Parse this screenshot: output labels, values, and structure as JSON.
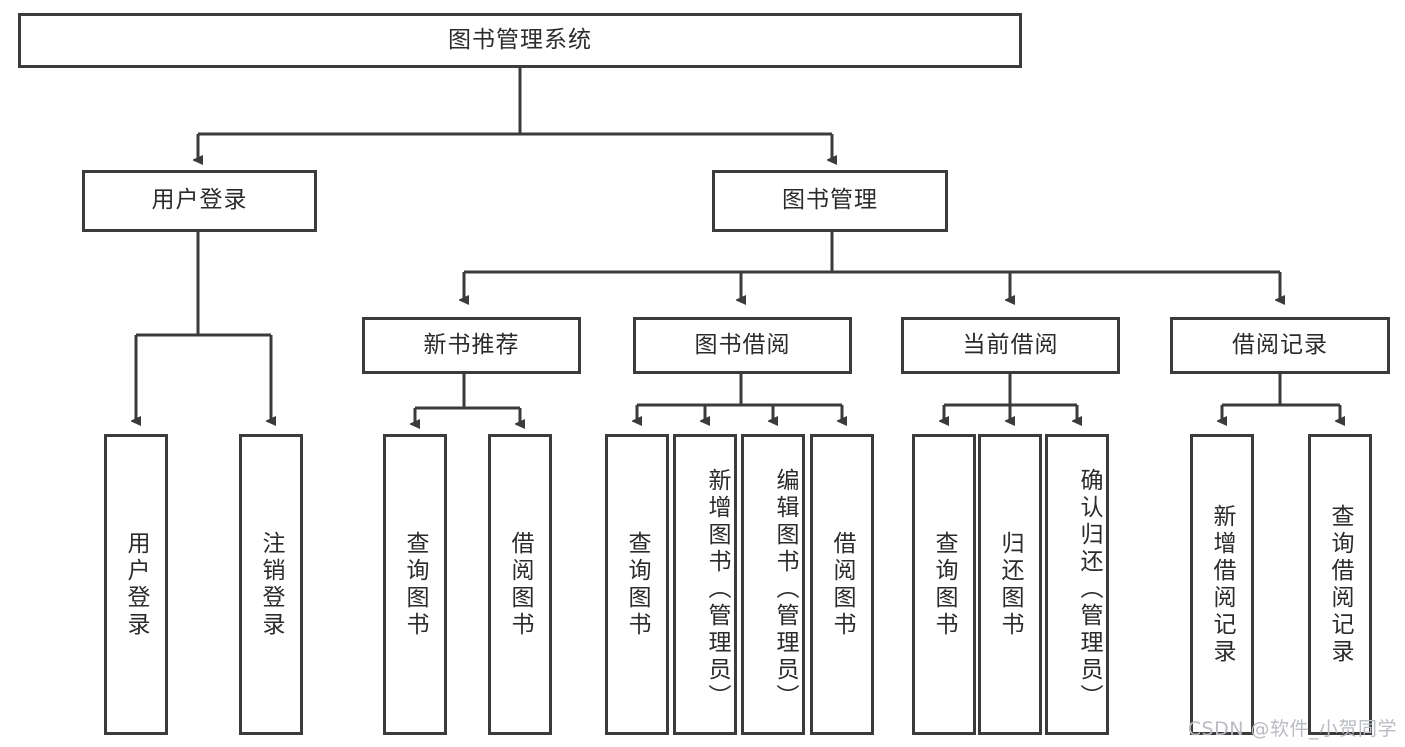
{
  "diagram": {
    "title": "图书管理系统",
    "type": "tree",
    "root": {
      "label": "图书管理系统"
    },
    "level2": [
      {
        "label": "用户登录"
      },
      {
        "label": "图书管理"
      }
    ],
    "level3": [
      {
        "label": "新书推荐"
      },
      {
        "label": "图书借阅"
      },
      {
        "label": "当前借阅"
      },
      {
        "label": "借阅记录"
      }
    ],
    "leaves": {
      "user_login": [
        {
          "label": "用户登录"
        },
        {
          "label": "注销登录"
        }
      ],
      "new_book_recommend": [
        {
          "label": "查询图书"
        },
        {
          "label": "借阅图书"
        }
      ],
      "book_borrow": [
        {
          "label": "查询图书"
        },
        {
          "label": "新增图书（管理员）"
        },
        {
          "label": "编辑图书（管理员）"
        },
        {
          "label": "借阅图书"
        }
      ],
      "current_borrow": [
        {
          "label": "查询图书"
        },
        {
          "label": "归还图书"
        },
        {
          "label": "确认归还（管理员）"
        }
      ],
      "borrow_record": [
        {
          "label": "新增借阅记录"
        },
        {
          "label": "查询借阅记录"
        }
      ]
    }
  },
  "watermark": {
    "text": "CSDN @软件_小贺同学"
  },
  "colors": {
    "border": "#3b3b3b",
    "text": "#2b2b2b",
    "background": "#ffffff",
    "watermark": "#b9bcc2"
  }
}
